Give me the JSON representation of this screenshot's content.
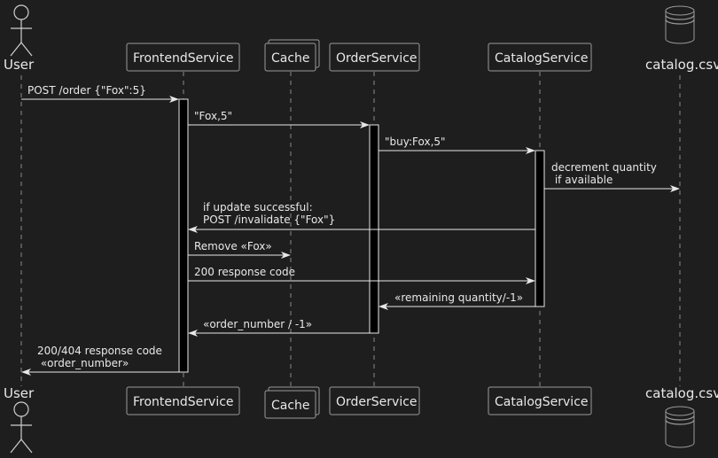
{
  "participants": {
    "user": "User",
    "frontend": "FrontendService",
    "cache": "Cache",
    "order": "OrderService",
    "catalog": "CatalogService",
    "csv": "catalog.csv"
  },
  "messages": {
    "m1": "POST /order {\"Fox\":5}",
    "m2": "\"Fox,5\"",
    "m3": "\"buy:Fox,5\"",
    "m4a": "decrement quantity",
    "m4b": " if available",
    "m5a": "if update successful:",
    "m5b": "POST /invalidate {\"Fox\"}",
    "m6": "Remove «Fox»",
    "m7": "200 response code",
    "m8": "«remaining quantity/-1»",
    "m9": "«order_number / -1»",
    "m10a": "200/404 response code",
    "m10b": " «order_number»"
  },
  "colors": {
    "background": "#1e1e1e",
    "line": "#e8e8e8",
    "lifeline": "#8a8a8a",
    "box_border": "#9a9a9a"
  }
}
